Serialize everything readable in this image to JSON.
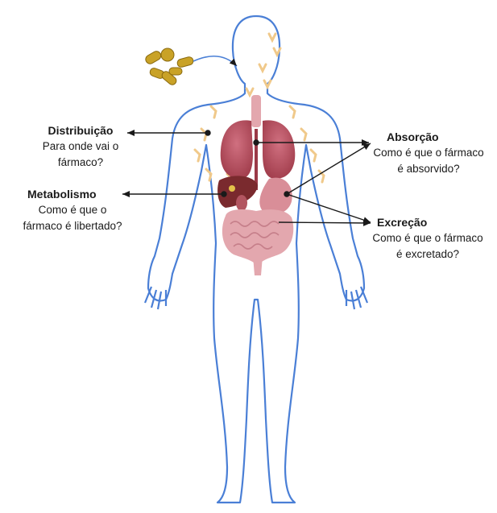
{
  "labels": {
    "distribution": {
      "title": "Distribuição",
      "line1": "Para onde vai o",
      "line2": "fármaco?"
    },
    "metabolism": {
      "title": "Metabolismo",
      "line1": "Como é que o",
      "line2": "fármaco é libertado?"
    },
    "absorption": {
      "title": "Absorção",
      "line1": "Como é que o fármaco",
      "line2": "é absorvido?"
    },
    "excretion": {
      "title": "Excreção",
      "line1": "Como é que o fármaco",
      "line2": "é excretado?"
    }
  },
  "colors": {
    "body_outline": "#4a7fd6",
    "organs": "#e3a7ae",
    "lungs": "#b9505f",
    "liver": "#7a2a2e",
    "pills": "#c9a227",
    "drug_particles": "#f0c98a",
    "arrows": "#1a1a1a"
  },
  "icons": [
    "pills-icon",
    "body-outline",
    "organs-illustration"
  ]
}
